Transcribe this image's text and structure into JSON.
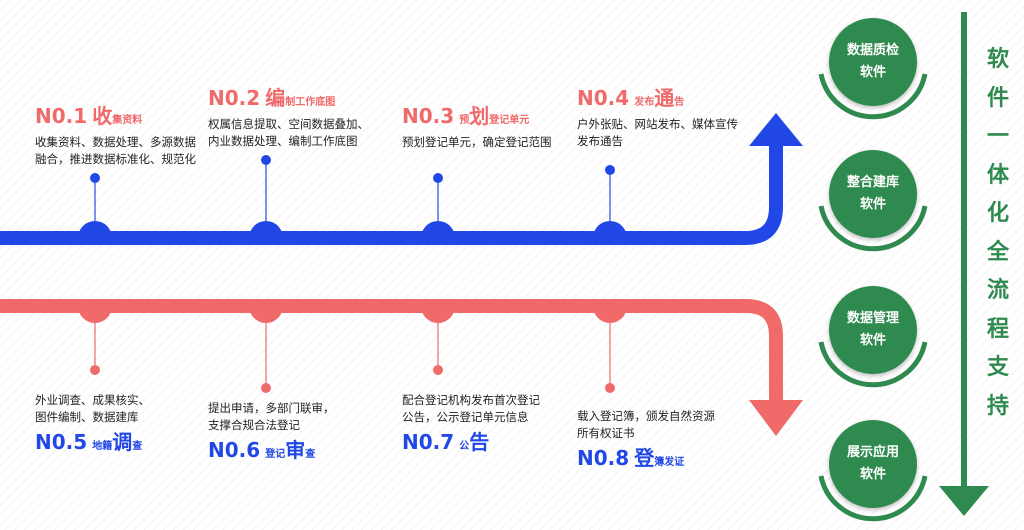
{
  "colors": {
    "blue": "#2148e6",
    "red": "#f06a6a",
    "green": "#2f8a4f"
  },
  "top_steps": [
    {
      "num": "N0.1",
      "big": "收",
      "small": "集资料",
      "desc": [
        "收集资料、数据处理、多源数据",
        "融合，推进数据标准化、规范化"
      ]
    },
    {
      "num": "N0.2",
      "big": "编",
      "small": "制工作底图",
      "desc": [
        "权属信息提取、空间数据叠加、",
        "内业数据处理、编制工作底图"
      ]
    },
    {
      "num": "N0.3",
      "pre": "预",
      "big": "划",
      "small": "登记单元",
      "desc": [
        "预划登记单元，确定登记范围"
      ]
    },
    {
      "num": "N0.4",
      "pre": "发布",
      "big": "通",
      "small": "告",
      "desc": [
        "户外张贴、网站发布、媒体宣传",
        "发布通告"
      ]
    }
  ],
  "bottom_steps": [
    {
      "num": "N0.5",
      "pre": "地籍",
      "big": "调",
      "small": "查",
      "desc": [
        "外业调查、成果核实、",
        "图件编制、数据建库"
      ]
    },
    {
      "num": "N0.6",
      "pre": "登记",
      "big": "审",
      "small": "查",
      "desc": [
        "提出申请，多部门联审，",
        "支撑合规合法登记"
      ]
    },
    {
      "num": "N0.7",
      "pre": "公",
      "big": "告",
      "small": "",
      "desc": [
        "配合登记机构发布首次登记",
        "公告，公示登记单元信息"
      ]
    },
    {
      "num": "N0.8",
      "pre": "",
      "big": "登",
      "small": "簿发证",
      "desc": [
        "载入登记簿，颁发自然资源",
        "所有权证书"
      ]
    }
  ],
  "badges": [
    {
      "line1": "数据质检",
      "line2": "软件"
    },
    {
      "line1": "整合建库",
      "line2": "软件"
    },
    {
      "line1": "数据管理",
      "line2": "软件"
    },
    {
      "line1": "展示应用",
      "line2": "软件"
    }
  ],
  "vertical_title": [
    "软",
    "件",
    "一",
    "体",
    "化",
    "全",
    "流",
    "程",
    "支",
    "持"
  ]
}
